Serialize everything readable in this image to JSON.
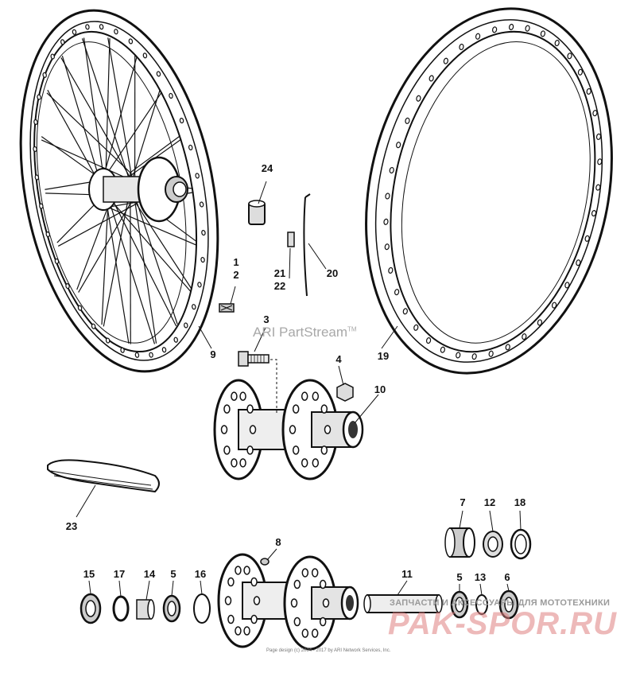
{
  "part_labels": {
    "p1": "1",
    "p2": "2",
    "p3": "3",
    "p4": "4",
    "p5a": "5",
    "p5b": "5",
    "p6": "6",
    "p7": "7",
    "p8": "8",
    "p9": "9",
    "p10": "10",
    "p11": "11",
    "p12": "12",
    "p13": "13",
    "p14": "14",
    "p15": "15",
    "p16": "16",
    "p17": "17",
    "p18": "18",
    "p19": "19",
    "p20": "20",
    "p21": "21",
    "p22": "22",
    "p23": "23",
    "p24": "24"
  },
  "watermarks": {
    "arp": "ARI PartStream",
    "tm": "TM",
    "ru_tagline": "ЗАПЧАСТИ И АКСЕССУАРЫ ДЛЯ МОТОТЕХНИКИ",
    "ru_brand": "PAK-SPOR.RU",
    "footer": "Page design (c) 2004 - 2017 by ARI Network Services, Inc."
  }
}
